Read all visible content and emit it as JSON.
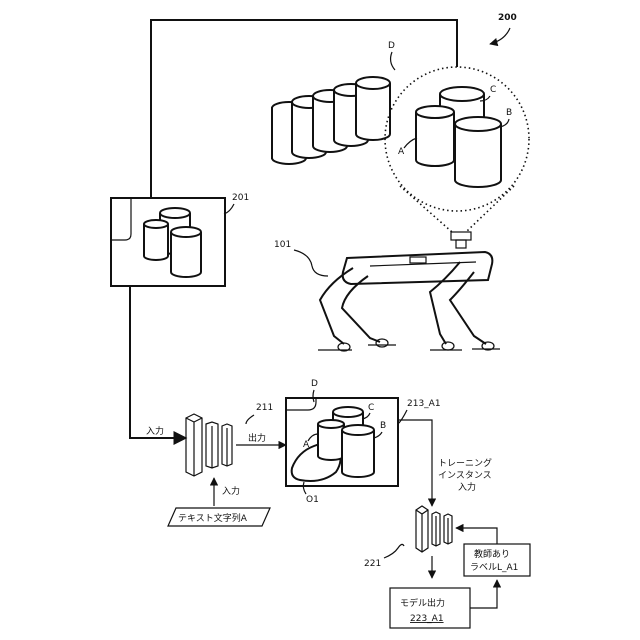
{
  "figure": {
    "fig_number": "200",
    "refs": {
      "camera_image": "201",
      "robot": "101",
      "model": "211",
      "training_instance": "213_A1",
      "trained_model": "221",
      "model_output_id": "223_A1"
    },
    "objects": {
      "a": "A",
      "b": "B",
      "c": "C",
      "d": "D",
      "o1": "O1"
    },
    "flow": {
      "input_label": "入力",
      "output_label": "出力",
      "text_input_label": "入力",
      "text_string": "テキスト文字列A",
      "training_line1": "トレーニング",
      "training_line2": "インスタンス",
      "training_line3": "入力",
      "teacher_line1": "教師あり",
      "teacher_line2": "ラベルL_A1",
      "model_output_line1": "モデル出力"
    }
  }
}
